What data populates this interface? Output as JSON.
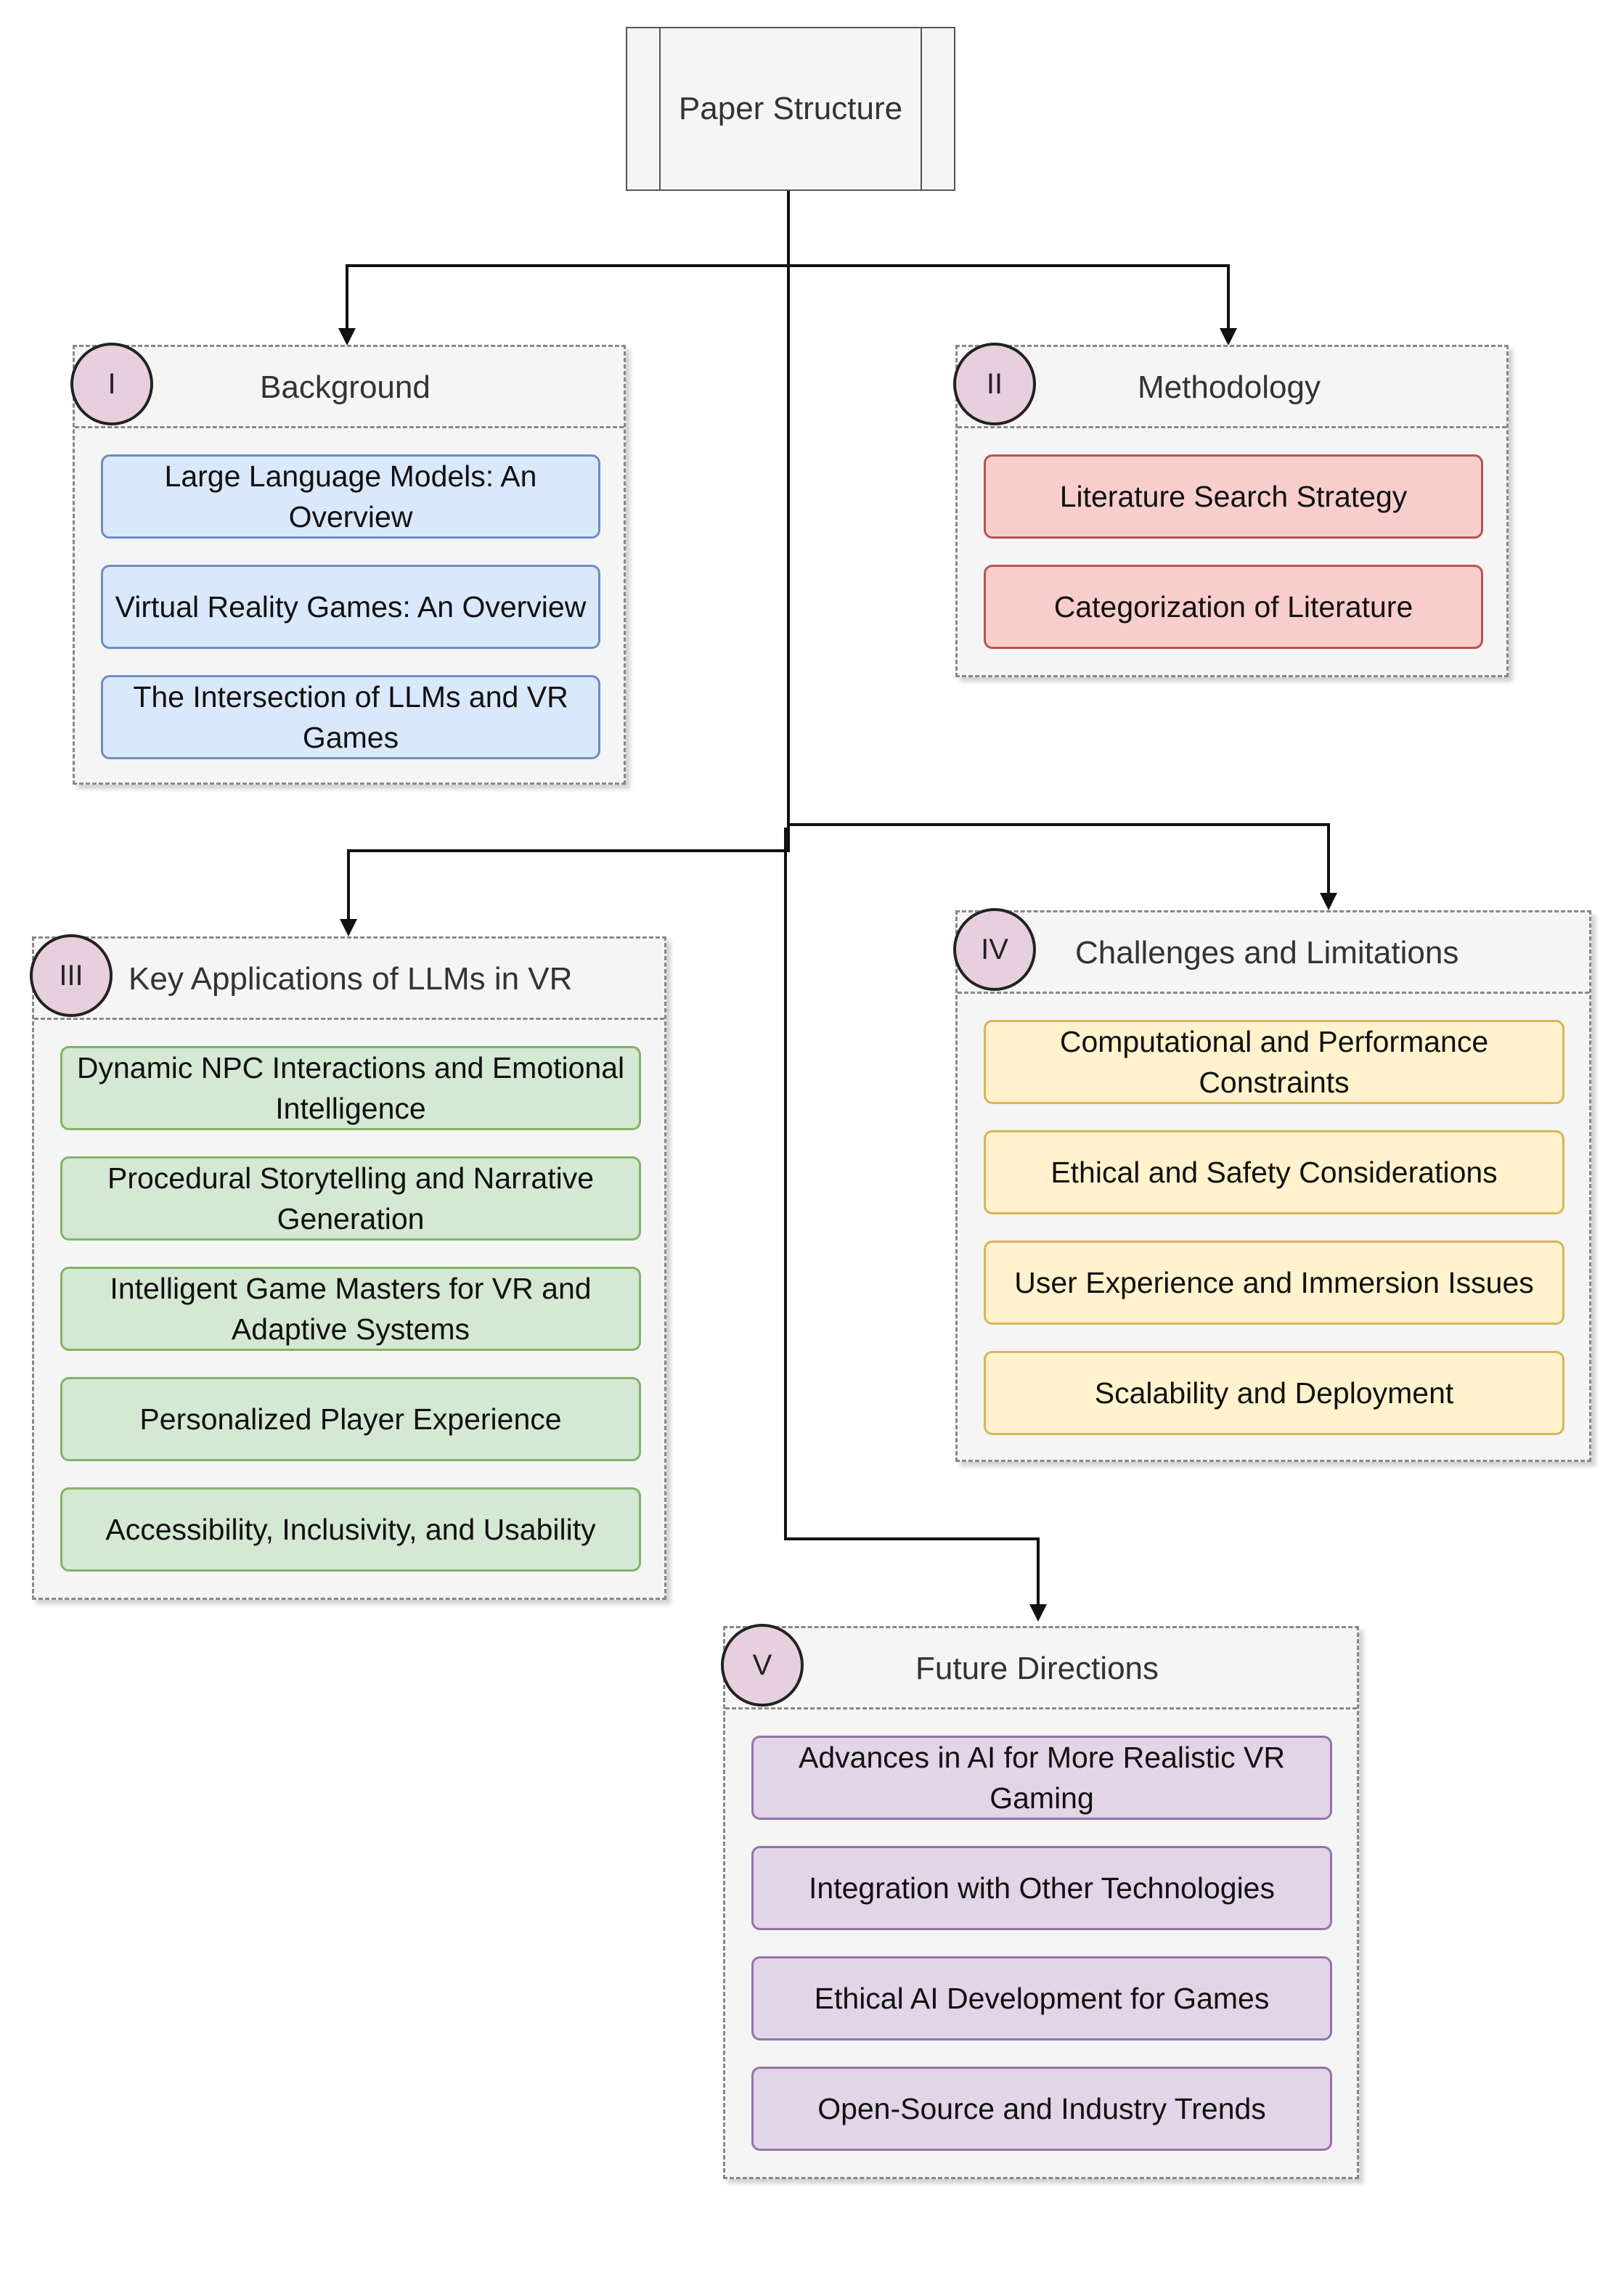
{
  "root": {
    "label": "Paper Structure"
  },
  "sections": [
    {
      "id": "background",
      "numeral": "I",
      "title": "Background",
      "color": "#dae8fc",
      "items": [
        "Large Language Models: An Overview",
        "Virtual Reality Games: An Overview",
        "The Intersection of LLMs and VR Games"
      ]
    },
    {
      "id": "methodology",
      "numeral": "II",
      "title": "Methodology",
      "color": "#f8cecc",
      "items": [
        "Literature Search Strategy",
        "Categorization of Literature"
      ]
    },
    {
      "id": "key-applications",
      "numeral": "III",
      "title": "Key Applications of LLMs in VR",
      "color": "#d5e8d4",
      "items": [
        "Dynamic NPC Interactions and Emotional Intelligence",
        "Procedural Storytelling and Narrative Generation",
        "Intelligent Game Masters for VR and Adaptive Systems",
        "Personalized Player Experience",
        "Accessibility, Inclusivity, and Usability"
      ]
    },
    {
      "id": "challenges",
      "numeral": "IV",
      "title": "Challenges and Limitations",
      "color": "#fff2cc",
      "items": [
        "Computational and Performance Constraints",
        "Ethical and Safety Considerations",
        "User Experience and Immersion Issues",
        "Scalability and Deployment"
      ]
    },
    {
      "id": "future-directions",
      "numeral": "V",
      "title": "Future Directions",
      "color": "#e1d5e7",
      "items": [
        "Advances in AI for More Realistic VR Gaming",
        "Integration with Other Technologies",
        "Ethical AI Development for Games",
        "Open-Source and Industry Trends"
      ]
    }
  ]
}
